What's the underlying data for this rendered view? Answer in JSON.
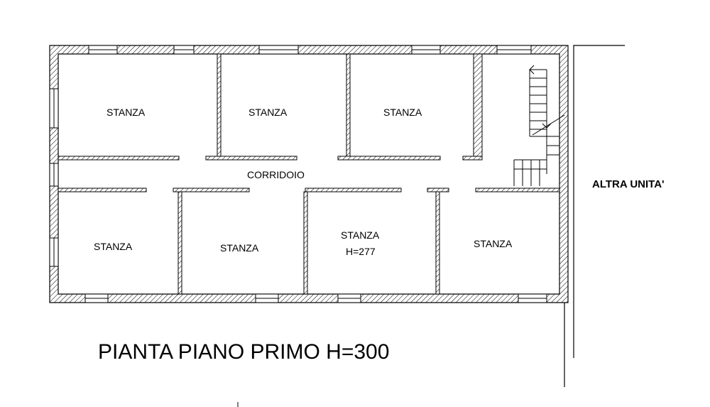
{
  "title": "PIANTA PIANO PRIMO H=300",
  "neighbor_label": "ALTRA UNITA'",
  "corridor_label": "CORRIDOIO",
  "rooms": {
    "top_1": "STANZA",
    "top_2": "STANZA",
    "top_3": "STANZA",
    "bottom_1": "STANZA",
    "bottom_2": "STANZA",
    "bottom_3": "STANZA",
    "bottom_3_height": "H=277",
    "bottom_4": "STANZA"
  }
}
